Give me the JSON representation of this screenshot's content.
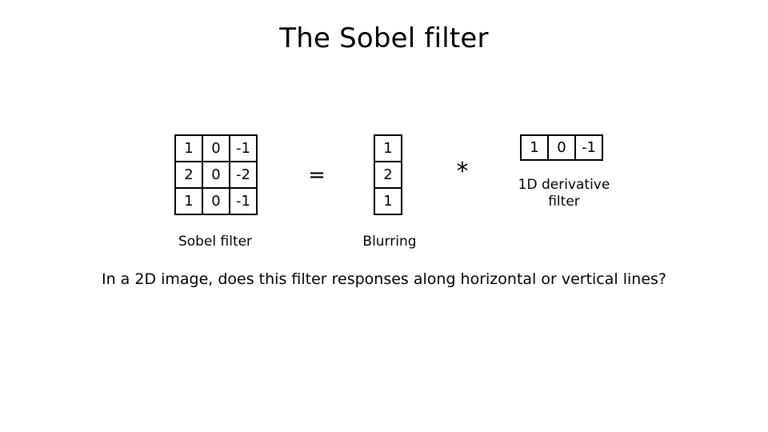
{
  "slide": {
    "title": "The Sobel filter",
    "question": "In a 2D image, does this filter responses along horizontal or vertical lines?"
  },
  "equation": {
    "sobel": {
      "caption": "Sobel filter",
      "rows": [
        [
          "1",
          "0",
          "-1"
        ],
        [
          "2",
          "0",
          "-2"
        ],
        [
          "1",
          "0",
          "-1"
        ]
      ]
    },
    "operator_equals": "=",
    "blurring": {
      "caption": "Blurring",
      "rows": [
        [
          "1"
        ],
        [
          "2"
        ],
        [
          "1"
        ]
      ]
    },
    "operator_convolve": "*",
    "derivative": {
      "caption": "1D derivative filter",
      "rows": [
        [
          "1",
          "0",
          "-1"
        ]
      ]
    }
  },
  "colors": {
    "background": "#ffffff",
    "text": "#000000",
    "border": "#000000"
  }
}
